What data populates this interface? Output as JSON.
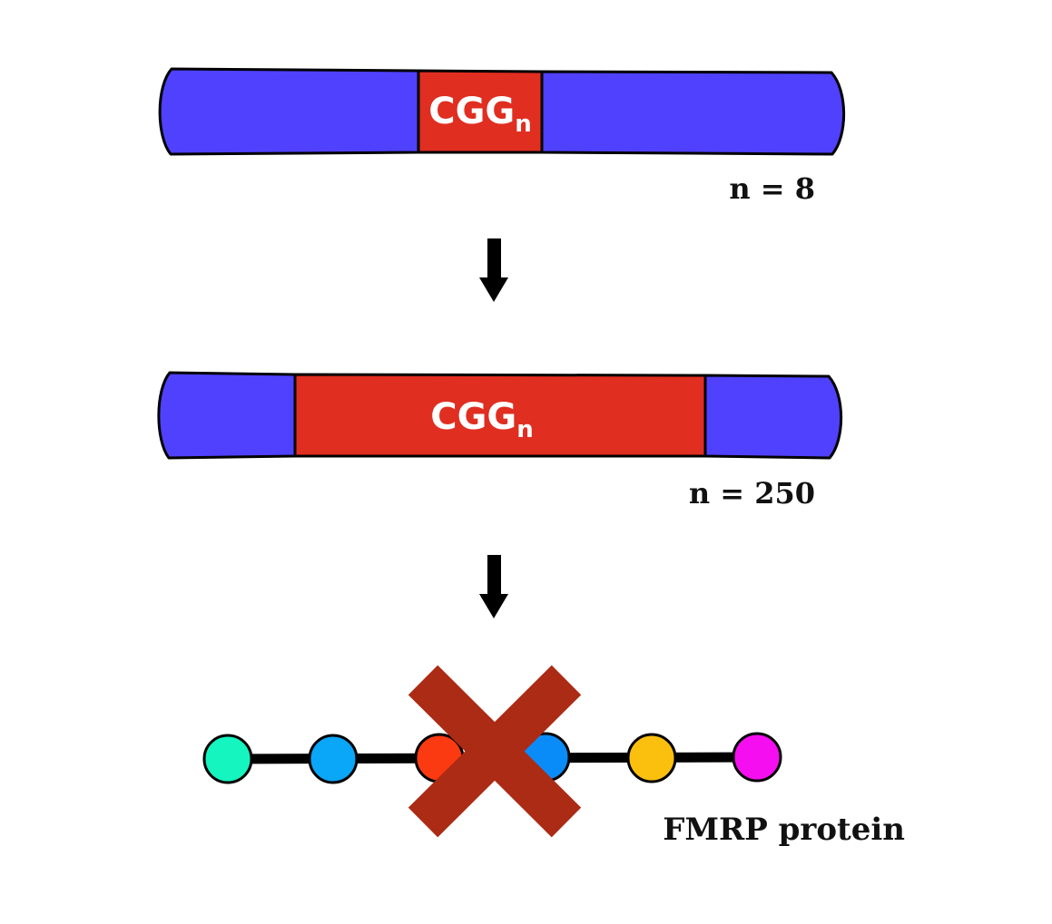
{
  "normal_gene": {
    "repeat_label": "CGG",
    "repeat_subscript": "n",
    "count_label": "n = 8"
  },
  "expanded_gene": {
    "repeat_label": "CGG",
    "repeat_subscript": "n",
    "count_label": "n = 250"
  },
  "protein": {
    "label": "FMRP protein",
    "bead_colors": [
      "#14f5c0",
      "#0aa6f8",
      "#fb3a12",
      "#0a8cf8",
      "#fbbf0d",
      "#f50ff0"
    ]
  },
  "colors": {
    "flank": "#4f41fe",
    "repeat": "#e02e20",
    "cross": "#ac2b15"
  }
}
